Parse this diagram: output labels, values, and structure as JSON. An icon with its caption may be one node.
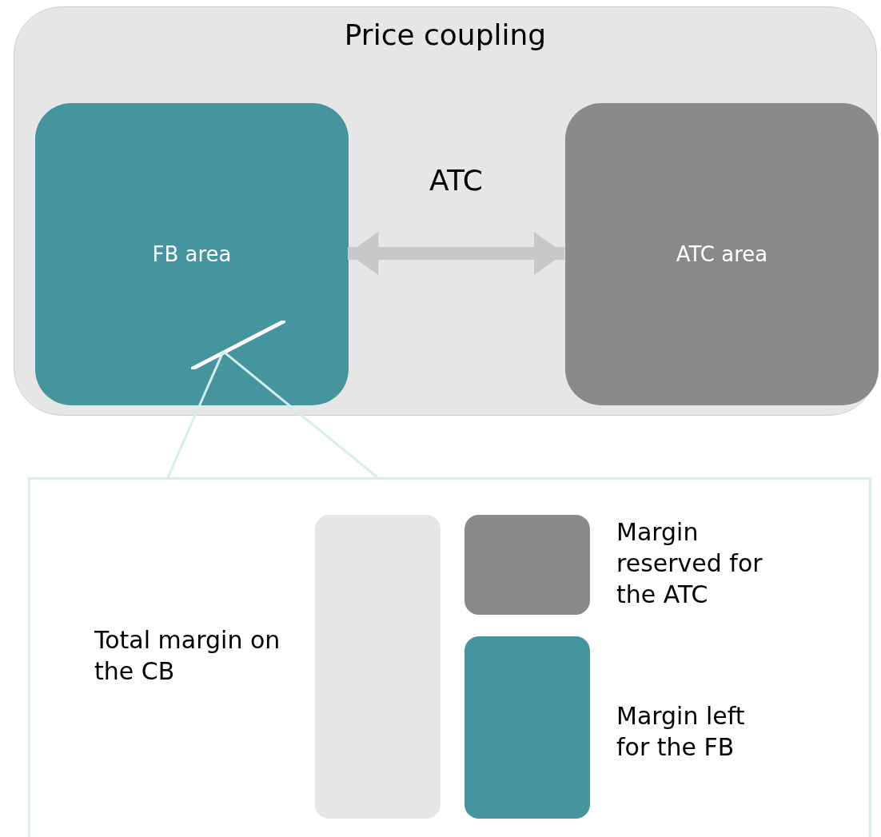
{
  "diagram": {
    "nodes": [
      {
        "text": [
          "Price coupling"
        ]
      },
      {
        "text": [
          "FB area"
        ],
        "in": 0
      },
      {
        "text": [
          "ATC area"
        ],
        "in": 0
      },
      {
        "text": [],
        "shape": "line",
        "in": 1
      },
      {
        "text": [],
        "shape": "box"
      },
      {
        "text": [],
        "shape": "bar",
        "in": 4,
        "beside": [
          "Total margin on the CB"
        ]
      },
      {
        "text": [],
        "shape": "box",
        "in": 4,
        "beside": [
          "Margin reserved for the ATC"
        ]
      },
      {
        "text": [],
        "shape": "box",
        "in": 4,
        "beside": [
          "Margin left for the FB"
        ]
      }
    ],
    "edges": [
      {
        "from": 1,
        "to": 2,
        "arrow": "both",
        "label": "ATC",
        "style": "thick"
      },
      {
        "from": 4,
        "to": 3,
        "arrow": "none"
      }
    ]
  }
}
